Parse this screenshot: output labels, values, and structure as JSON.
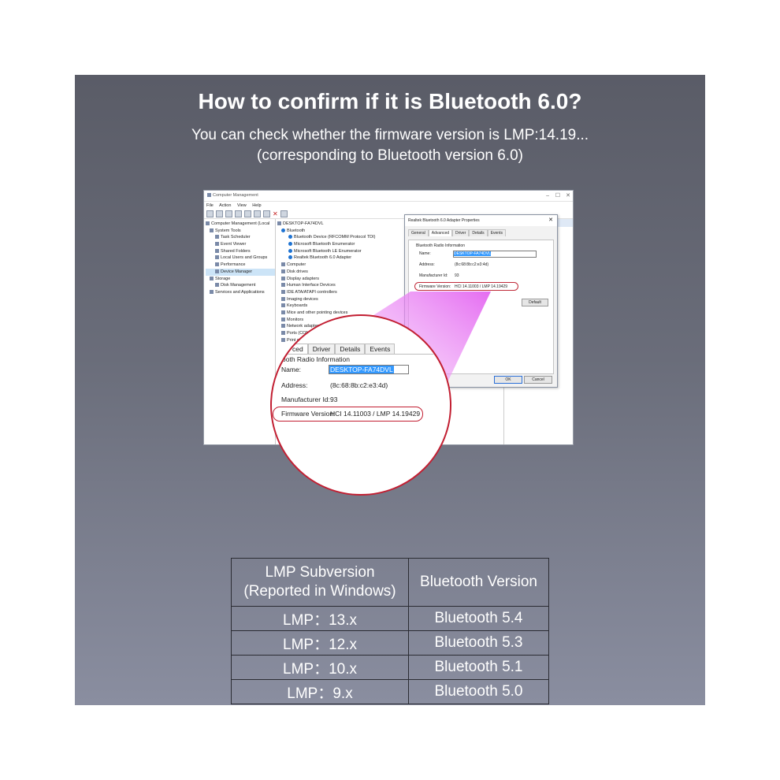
{
  "headline": "How to confirm if it is Bluetooth 6.0?",
  "subline1": "You can check whether the firmware version is LMP:14.19...",
  "subline2": "(corresponding to Bluetooth version 6.0)",
  "colors": {
    "oval": "#c21f32",
    "beam": "#e25cf0",
    "selection": "#3399ff"
  },
  "window": {
    "title": "Computer Management",
    "controls": [
      "–",
      "☐",
      "✕"
    ],
    "menu": [
      "File",
      "Action",
      "View",
      "Help"
    ],
    "left_tree": [
      "Computer Management (Local",
      "System Tools",
      "Task Scheduler",
      "Event Viewer",
      "Shared Folders",
      "Local Users and Groups",
      "Performance",
      "Device Manager",
      "Storage",
      "Disk Management",
      "Services and Applications"
    ],
    "device_tree": [
      "DESKTOP-FA74DVL",
      "Bluetooth",
      "Bluetooth Device (RFCOMM Protocol TDI)",
      "Microsoft Bluetooth Enumerator",
      "Microsoft Bluetooth LE Enumerator",
      "Realtek Bluetooth 6.0 Adapter",
      "Computer",
      "Disk drives",
      "Display adapters",
      "Human Interface Devices",
      "IDE ATA/ATAPI controllers",
      "Imaging devices",
      "Keyboards",
      "Mice and other pointing devices",
      "Monitors",
      "Network adapters",
      "Ports (COM & LPT)",
      "Print queues"
    ]
  },
  "dialog": {
    "title": "Realtek Bluetooth 6.0 Adapter Properties",
    "close": "✕",
    "tabs": [
      "General",
      "Advanced",
      "Driver",
      "Details",
      "Events"
    ],
    "section": "Bluetooth Radio Information",
    "name_label": "Name:",
    "name_value": "DESKTOP-FA74DVL",
    "address_label": "Address:",
    "address_value": "(8c:68:8b:c2:e3:4d)",
    "manufacturer_label": "Manufacturer Id:",
    "manufacturer_value": "93",
    "firmware_label": "Firmware Version:",
    "firmware_value": "HCI 14.11003 / LMP 14.19429",
    "default_button": "Default",
    "ok_button": "OK",
    "cancel_button": "Cancel"
  },
  "zoom": {
    "tabs": [
      "ced",
      "Driver",
      "Details",
      "Events"
    ],
    "section": "ooth Radio Information",
    "name_label": "Name:",
    "name_value": "DESKTOP-FA74DVL",
    "address_label": "Address:",
    "address_value": "(8c:68:8b:c2:e3:4d)",
    "manufacturer_label": "Manufacturer Id:",
    "manufacturer_value": "93",
    "firmware_label": "Firmware Version:",
    "firmware_value": "HCI 14.11003 / LMP 14.19429"
  },
  "table": {
    "header": [
      "LMP Subversion",
      "(Reported in Windows)",
      "Bluetooth Version"
    ],
    "rows": [
      [
        "LMP：13.x",
        "Bluetooth 5.4"
      ],
      [
        "LMP：12.x",
        "Bluetooth 5.3"
      ],
      [
        "LMP：10.x",
        "Bluetooth 5.1"
      ],
      [
        "LMP：9.x",
        "Bluetooth 5.0"
      ]
    ]
  }
}
